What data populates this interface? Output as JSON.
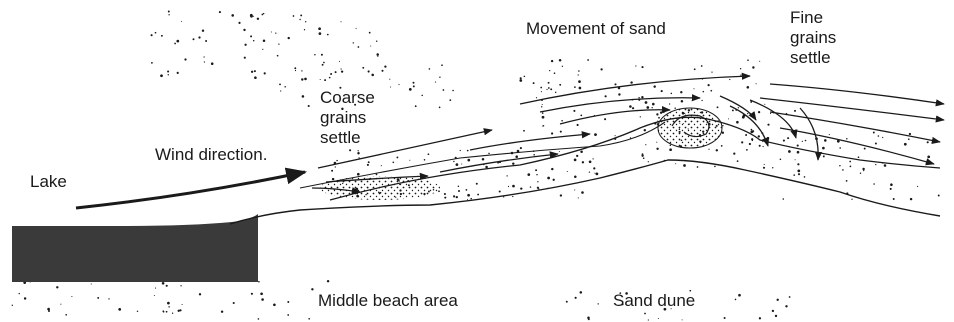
{
  "diagram": {
    "labels": {
      "movement_of_sand": "Movement of sand",
      "fine_grains": [
        "Fine",
        "grains",
        "settle"
      ],
      "coarse_grains": [
        "Coarse",
        "grains",
        "settle"
      ],
      "wind_direction": "Wind direction.",
      "lake": "Lake",
      "middle_beach_area": "Middle beach area",
      "sand_dune": "Sand dune"
    },
    "colors": {
      "ink": "#1a1a1a",
      "water": "#3a3a3a",
      "paper": "#ffffff"
    }
  }
}
